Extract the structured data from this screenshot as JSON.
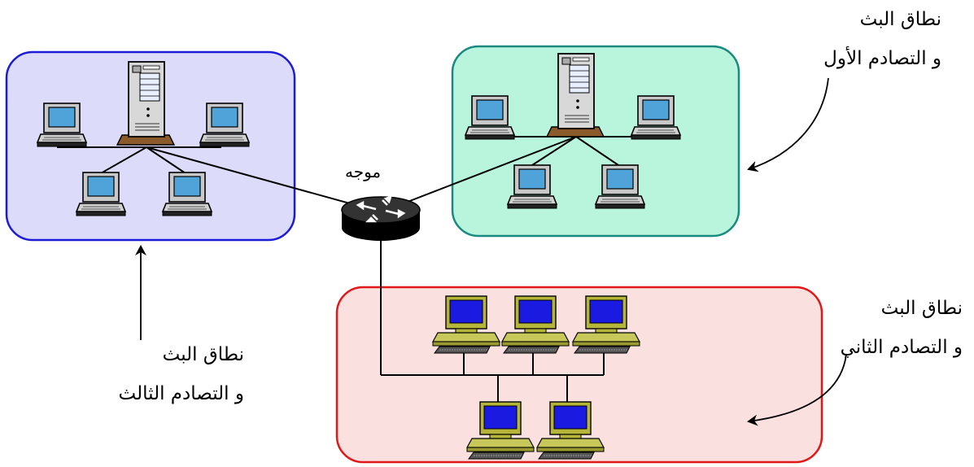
{
  "router": {
    "label": "موجه"
  },
  "domains": {
    "first": {
      "line1": "نطاق   البث",
      "line2": "و   التصادم   الأول"
    },
    "second": {
      "line1": "نطاق   البث",
      "line2": "و   التصادم   الثاني"
    },
    "third": {
      "line1": "نطاق   البث",
      "line2": "و   التصادم   الثالث"
    }
  },
  "colors": {
    "blue_group_fill": "#dcdcfa",
    "blue_group_border": "#1c1cd8",
    "green_group_fill": "#b8f5dc",
    "green_group_border": "#1a8a80",
    "red_group_fill": "#fbe0e0",
    "red_group_border": "#e01818",
    "screen": "#4fa3d9",
    "monitor_body": "#c8c8c8",
    "ws_body": "#b5b53a",
    "ws_screen": "#1a1ae0"
  },
  "icons": [
    "server-icon",
    "laptop-icon",
    "workstation-icon",
    "router-icon",
    "arrow-icon"
  ]
}
